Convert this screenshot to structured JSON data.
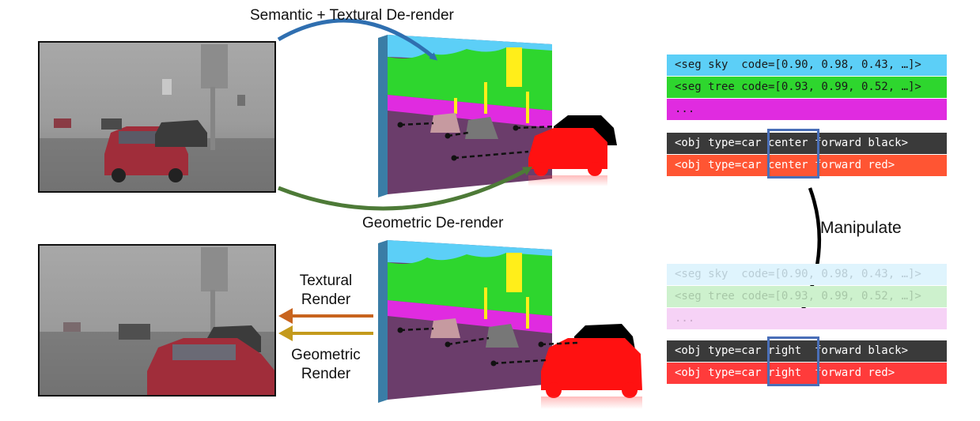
{
  "labels": {
    "semantic_textural_derender": "Semantic + Textural De-render",
    "geometric_derender": "Geometric De-render",
    "manipulate": "Manipulate",
    "textural_render": "Textural\nRender",
    "geometric_render": "Geometric\nRender"
  },
  "code_top": [
    {
      "text": "<seg sky  code=[0.90, 0.98, 0.43, …]>",
      "bg": "#5ccff7",
      "fg": "#1a1a1a"
    },
    {
      "text": "<seg tree code=[0.93, 0.99, 0.52, …]>",
      "bg": "#2ed62e",
      "fg": "#1a1a1a"
    },
    {
      "text": "...",
      "bg": "#e02be0",
      "fg": "#1a1a1a"
    },
    {
      "text": "<obj type=car center forward black>",
      "bg": "#3a3a3a",
      "fg": "#ffffff"
    },
    {
      "text": "<obj type=car center forward red>",
      "bg": "#ff5533",
      "fg": "#ffffff"
    }
  ],
  "code_bottom": [
    {
      "text": "<seg sky  code=[0.90, 0.98, 0.43, …]>",
      "bg": "#dff4fd",
      "fg": "#b9cdd6"
    },
    {
      "text": "<seg tree code=[0.93, 0.99, 0.52, …]>",
      "bg": "#cdf1cd",
      "fg": "#a8c8a8"
    },
    {
      "text": "...",
      "bg": "#f6d2f6",
      "fg": "#c9a9c9"
    },
    {
      "text": "<obj type=car right  forward black>",
      "bg": "#3a3a3a",
      "fg": "#ffffff"
    },
    {
      "text": "<obj type=car right  forward red>",
      "bg": "#ff3b3b",
      "fg": "#ffffff"
    }
  ],
  "colors": {
    "arrow_blue": "#2f6fb0",
    "arrow_green": "#4d7a37",
    "arrow_orange": "#c8641e",
    "arrow_gold": "#c49a1c",
    "highlight": "#4a6fb8",
    "sky": "#5ccff7",
    "tree": "#2ed62e",
    "road": "#6b3d6b",
    "sidewalk": "#e02be0",
    "pole": "#ffee1a"
  }
}
